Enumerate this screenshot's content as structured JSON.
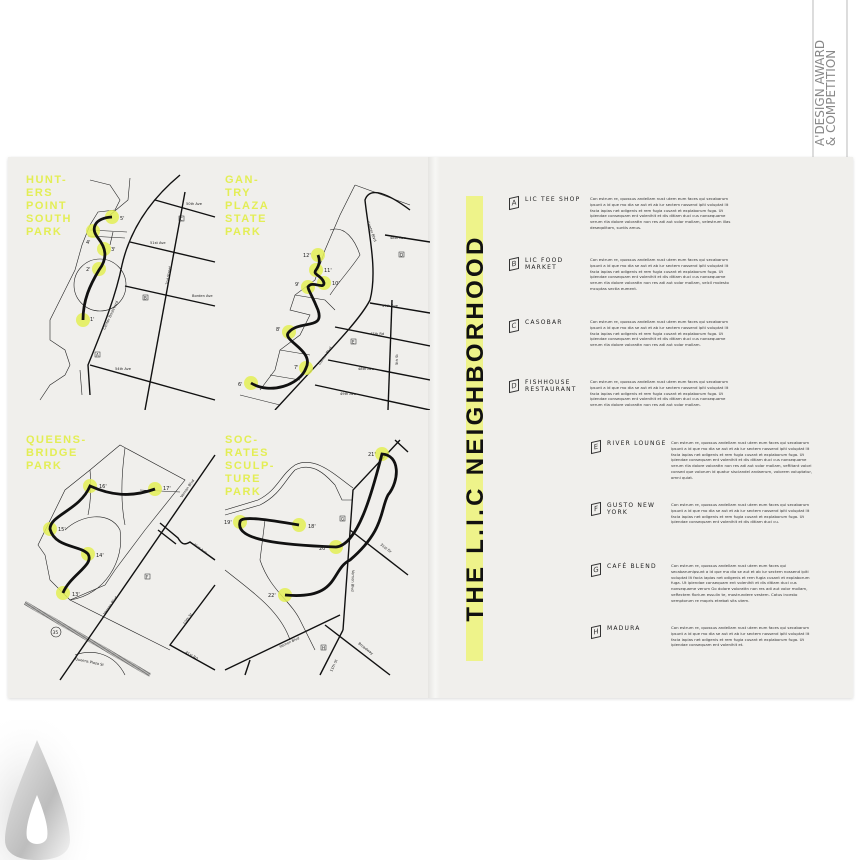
{
  "award": {
    "line1": "A'DESIGN AWARD",
    "line2": "& COMPETITION"
  },
  "title": "THE L.I.C NEIGHBORHOOD",
  "colors": {
    "accent": "#e3ee55",
    "paper": "#f0efec",
    "ink": "#111111"
  },
  "maps": [
    {
      "title": "HUNT-\nERS\nPOINT\nSOUTH\nPARK",
      "waypoints": [
        "1'",
        "2'",
        "3'",
        "4'",
        "5'"
      ],
      "markers": [
        "C",
        "B",
        "A"
      ],
      "streets": [
        "50th Ave",
        "51st Ave",
        "2nd Street",
        "Borden Ave",
        "Center Boulevard",
        "54th Ave"
      ]
    },
    {
      "title": "GAN-\nTRY\nPLAZA\nSTATE\nPARK",
      "waypoints": [
        "6'",
        "7'",
        "8'",
        "9'",
        "10'",
        "11'",
        "12'"
      ],
      "markers": [
        "D",
        "E"
      ],
      "streets": [
        "Center Blvd",
        "48th Ave",
        "47th Ave",
        "47th Rd",
        "48th Ave",
        "49th Ave",
        "5th St",
        "Center Blvd"
      ]
    },
    {
      "title": "QUEENS-\nBRIDGE\nPARK",
      "waypoints": [
        "13'",
        "14'",
        "15'",
        "16'",
        "17'"
      ],
      "markers": [
        "F"
      ],
      "route_sign": "35",
      "streets": [
        "Vernon Blvd",
        "41st Ave",
        "Vernon Blvd",
        "10th St",
        "41st Rd",
        "Queens Plaza St"
      ]
    },
    {
      "title": "SOC-\nRATES\nSCULP-\nTURE\nPARK",
      "waypoints": [
        "18'",
        "19'",
        "20'",
        "21'",
        "22'"
      ],
      "markers": [
        "G",
        "H"
      ],
      "streets": [
        "31st Dr",
        "Vernon Blvd",
        "Vernon Blvd",
        "Broadway",
        "11th St"
      ]
    }
  ],
  "entries": [
    {
      "letter": "A",
      "name": "LIC TEE SHOP",
      "desc": "Con estrum re, quossus andellam nust utem eum faces qui secabarum ipsunt a id que mo dia se aut et ab iur sectem nossend ipiti voluptat lit facia iapias net odigenis et rem fugia cusant et explaborum fuga. Ut ipiendae consequam ent volenihit et dis ditiam duci cus nonsequame verum rlia dolore volorattn non res adi aut volor mollam, velestrum illas deseqolitam, suntis amus."
    },
    {
      "letter": "B",
      "name": "LIC FOOD MARKET",
      "desc": "Con estrum re, quossus andellam nust utem eum faces qui secabarum ipsunt a id que mo dia se aut et ab iur sectem nossend ipiti voluptat lit facia iapias net odigenis et rem fugia cusant et explaborum fuga. Ut ipiendae consequam ent volenihit et dis ditiam duci cus nonsequame verum rlia dolore volorattn non res adi aut volor mollam, velcil molesto mcuptas sectia eument."
    },
    {
      "letter": "C",
      "name": "CASOBAR",
      "desc": "Con estrum re, quossus andellam nust utem eum faces qui secabarum ipsunt a id que mo dia se aut et ab iur sectem nossend ipiti voluptat lit facia iapias net odigenis et rem fugia cusant et explaborum fuga. Ut ipiendae consequam ent volenihit et dis ditiam duci cus nonsequame verum rlia dolore volorattn non res adi aut volor mollam."
    },
    {
      "letter": "D",
      "name": "FISHHOUSE RESTAURANT",
      "desc": "Con estrum re, quossus andellam nust utem eum faces qui secabarum ipsunt a id que mo dia se aut et ab iur sectem nossend ipiti voluptat lit facia iapias net odigenis et rem fugia cusant et explaborum fuga. Ut ipiendae consequam ent volenihit et dis ditiam duci cus nonsequame verum rlia dolore volorattn non res adi aut volor mollam."
    },
    {
      "letter": "E",
      "name": "RIVER LOUNGE",
      "desc": "Con estrum re, quossus andellam nust utem eum faces qui secabarum ipsunt a id que mo dia se aut et ab iur sectem nossend ipiti voluptat lit facia iapias net odigenis et rem fugia cusant et explaborum fuga. Ut ipiendae consequam ent volenihit et dis ditiam duci cus nonsequame verum rlia dolore volorattn non res adi aut volor mollam, veRitant volori consed que volorum id quatur sisciandel andaerum, volorem voluptatur, omni quiat."
    },
    {
      "letter": "F",
      "name": "GUSTO NEW YORK",
      "desc": "Con estrum re, quossus andellam nust utem eum faces qui secabarum ipsunt a id que mo dia se aut et ab iur sectem nossend ipiti voluptat lit facia iapias net odigenis et rem fugia cusant et explaborum fuga. Ut ipiendae consequam ent volenihit et dis ditiam duci cu."
    },
    {
      "letter": "G",
      "name": "CAFÉ BLEND",
      "desc": "Con estrum re, quossus andellam nust utem eum faces qui secabarumipsunt a id que mo dia se aut et ab iur sectem nossend ipiti voluptat lit facia iapias net odigenis et rem fugia cusant et explaborum fuga. Ut ipiendae consequam ent volenihit et dis ditiam duci cus nonsequame verum Go dolore volorattn non res adi aut volor mollam, veRectem florium essulin te, mostrundere vestem. Catus incesto vemptorum re mopris etrebat sits utem."
    },
    {
      "letter": "H",
      "name": "MADURA",
      "desc": "Con estrum re, quossus andellam nust utem eum faces qui secabarum ipsunt a id que mo dia se aut et ab iur sectem nossend ipiti voluptat lit facia iapias net odigenis et rem fugia cusant et explaborum fuga. Ut ipiendae consequam ent volenihit et."
    }
  ]
}
